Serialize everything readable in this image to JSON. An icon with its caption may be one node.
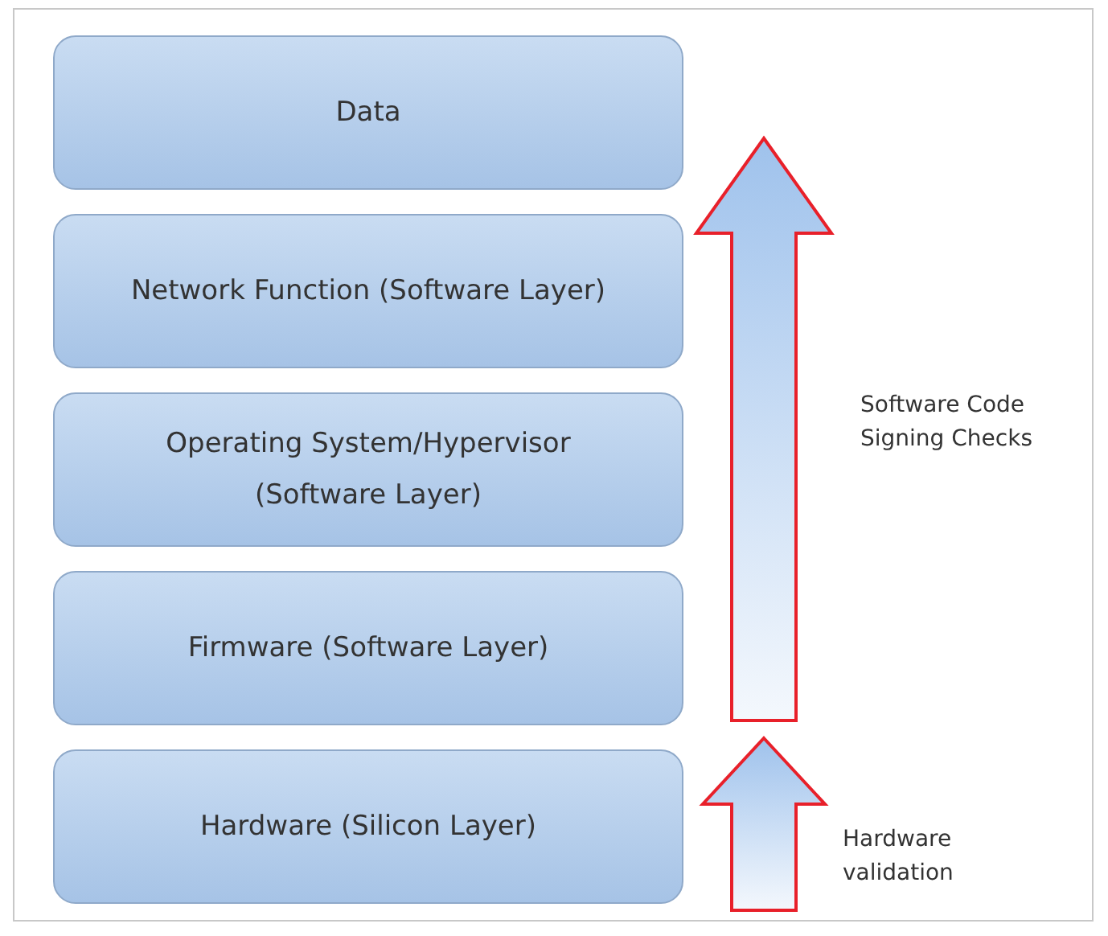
{
  "diagram": {
    "nodes": [
      {
        "text": [
          "Data"
        ]
      },
      {
        "text": [
          "Network Function (Software Layer)"
        ]
      },
      {
        "text": [
          "Operating System/Hypervisor (Software Layer)"
        ]
      },
      {
        "text": [
          "Firmware (Software Layer)"
        ]
      },
      {
        "text": [
          "Hardware (Silicon Layer)"
        ]
      }
    ],
    "labels": [
      "Software Code Signing Checks",
      "Hardware validation"
    ]
  }
}
